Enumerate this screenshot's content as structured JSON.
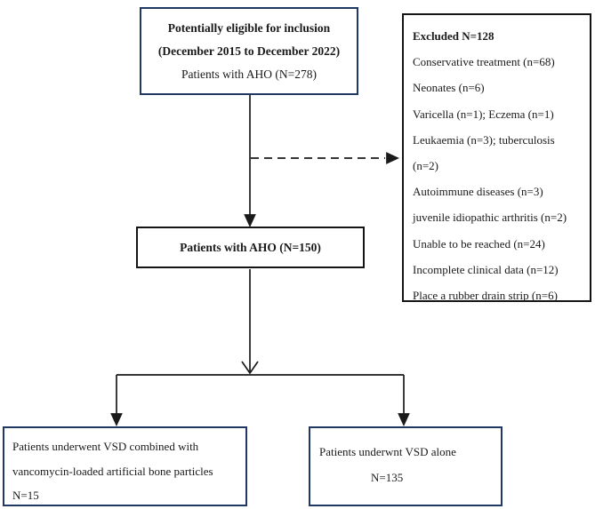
{
  "diagram": {
    "eligible_box": {
      "line1": "Potentially eligible for inclusion",
      "line2": "(December 2015 to December 2022)",
      "line3": "Patients with AHO (N=278)"
    },
    "excluded_box": {
      "title": "Excluded N=128",
      "items": [
        "Conservative treatment (n=68)",
        "Neonates (n=6)",
        "Varicella (n=1); Eczema (n=1)",
        "Leukaemia (n=3); tuberculosis",
        "(n=2)",
        "Autoimmune diseases (n=3)",
        "juvenile idiopathic arthritis (n=2)",
        "Unable to be reached (n=24)",
        "Incomplete clinical data (n=12)",
        "Place a rubber drain strip (n=6)"
      ]
    },
    "aho150_box": {
      "label": "Patients with AHO (N=150)"
    },
    "vsd_combined_box": {
      "line1": "Patients underwent VSD combined with",
      "line2": "vancomycin-loaded artificial bone particles",
      "line3": "N=15"
    },
    "vsd_alone_box": {
      "line1": "Patients underwnt VSD alone",
      "line2": "N=135"
    },
    "colors": {
      "navy_border": "#1f3864",
      "black_border": "#141414",
      "arrow": "#1a1a1a",
      "text": "#1a1a1a",
      "background": "#ffffff"
    }
  }
}
